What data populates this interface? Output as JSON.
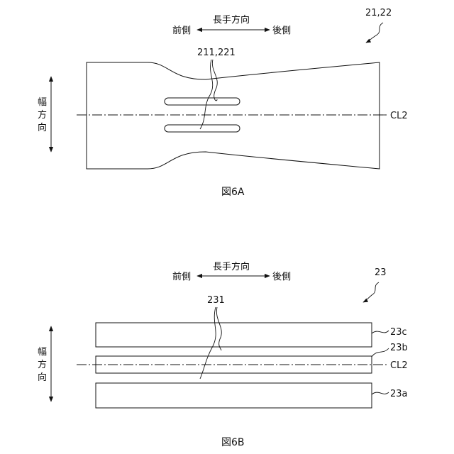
{
  "figure_a": {
    "reference": "21,22",
    "dir_long": "長手方向",
    "dir_front": "前側",
    "dir_rear": "後側",
    "dir_width": [
      "幅",
      "方",
      "向"
    ],
    "part_label": "211,221",
    "centerline_label": "CL2",
    "caption": "図6A"
  },
  "figure_b": {
    "reference": "23",
    "dir_long": "長手方向",
    "dir_front": "前側",
    "dir_rear": "後側",
    "dir_width": [
      "幅",
      "方",
      "向"
    ],
    "part_label": "231",
    "layer_labels": [
      "23c",
      "23b",
      "23a"
    ],
    "centerline_label": "CL2",
    "caption": "図6B"
  }
}
